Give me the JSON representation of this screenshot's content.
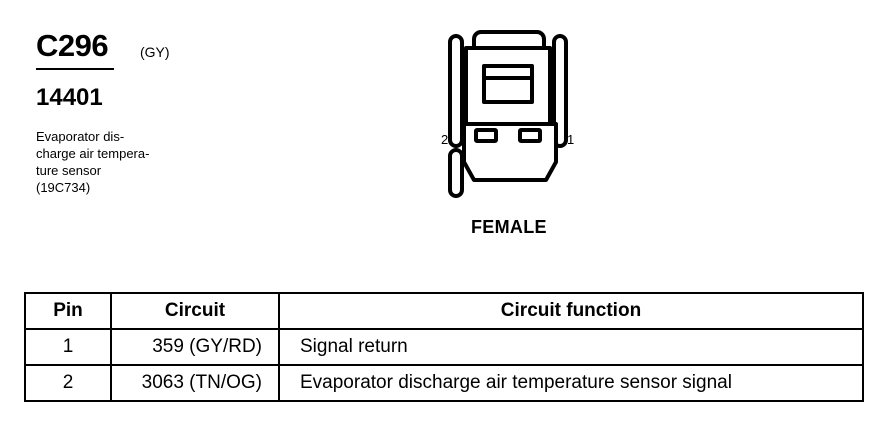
{
  "connector": {
    "id": "C296",
    "color_code": "(GY)",
    "part_number": "14401",
    "description_lines": [
      "Evaporator dis-",
      "charge air tempera-",
      "ture sensor",
      "(19C734)"
    ]
  },
  "diagram": {
    "pin_labels": {
      "left": "2",
      "right": "1"
    },
    "gender_label": "FEMALE"
  },
  "table": {
    "headers": {
      "pin": "Pin",
      "circuit": "Circuit",
      "function": "Circuit function"
    },
    "rows": [
      {
        "pin": "1",
        "circuit": "359 (GY/RD)",
        "function": "Signal return"
      },
      {
        "pin": "2",
        "circuit": "3063 (TN/OG)",
        "function": "Evaporator discharge air temperature sensor  signal"
      }
    ]
  }
}
